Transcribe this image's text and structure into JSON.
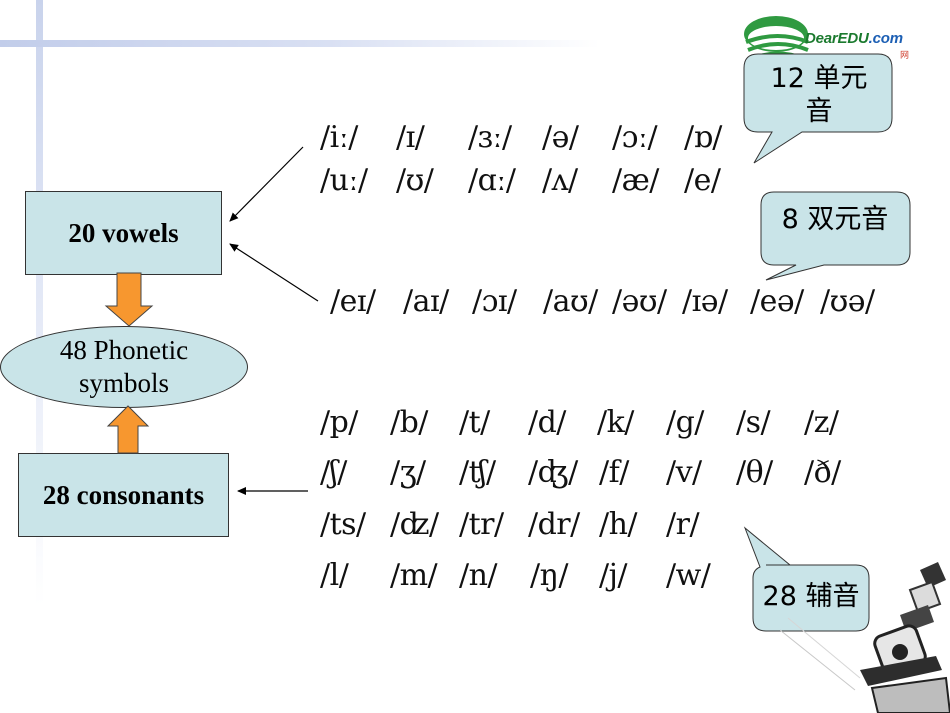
{
  "logo": {
    "brand": "DearEDU",
    "domain": ".com",
    "sub": "网"
  },
  "boxes": {
    "vowels": "20 vowels",
    "consonants": "28 consonants",
    "total_line1": "48 Phonetic",
    "total_line2": "symbols"
  },
  "callouts": {
    "monophthongs_line1": "12 单元",
    "monophthongs_line2": "音",
    "diphthongs": "8 双元音",
    "consonants": "28 辅音"
  },
  "vowels_row1": [
    "/iː/",
    "/ɪ/",
    "/ɜː/",
    "/ə/",
    "/ɔː/",
    "/ɒ/"
  ],
  "vowels_row2": [
    "/uː/",
    "/ʊ/",
    "/ɑː/",
    "/ʌ/",
    "/æ/",
    "/e/"
  ],
  "diphthongs": [
    "/eɪ/",
    "/aɪ/",
    "/ɔɪ/",
    "/aʊ/",
    "/əʊ/",
    "/ɪə/",
    "/eə/",
    "/ʊə/"
  ],
  "consonants_row1": [
    "/p/",
    "/b/",
    "/t/",
    "/d/",
    "/k/",
    "/g/",
    "/s/",
    "/z/"
  ],
  "consonants_row2": [
    "/ʃ/",
    "/ʒ/",
    "/ʧ/",
    "/ʤ/",
    "/f/",
    "/v/",
    "/θ/",
    "/ð/"
  ],
  "consonants_row3": [
    "/ts/",
    "/ʣ/",
    "/tr/",
    "/dr/",
    "/h/",
    "/r/"
  ],
  "consonants_row4": [
    "/l/",
    "/m/",
    "/n/",
    "/ŋ/",
    "/j/",
    "/w/"
  ],
  "colors": {
    "box_fill": "#c9e4e8",
    "arrow_fill": "#f7972f",
    "logo_green": "#1b7a2e"
  },
  "icons": [
    "dearedu-logo-icon",
    "microscope-icon"
  ]
}
